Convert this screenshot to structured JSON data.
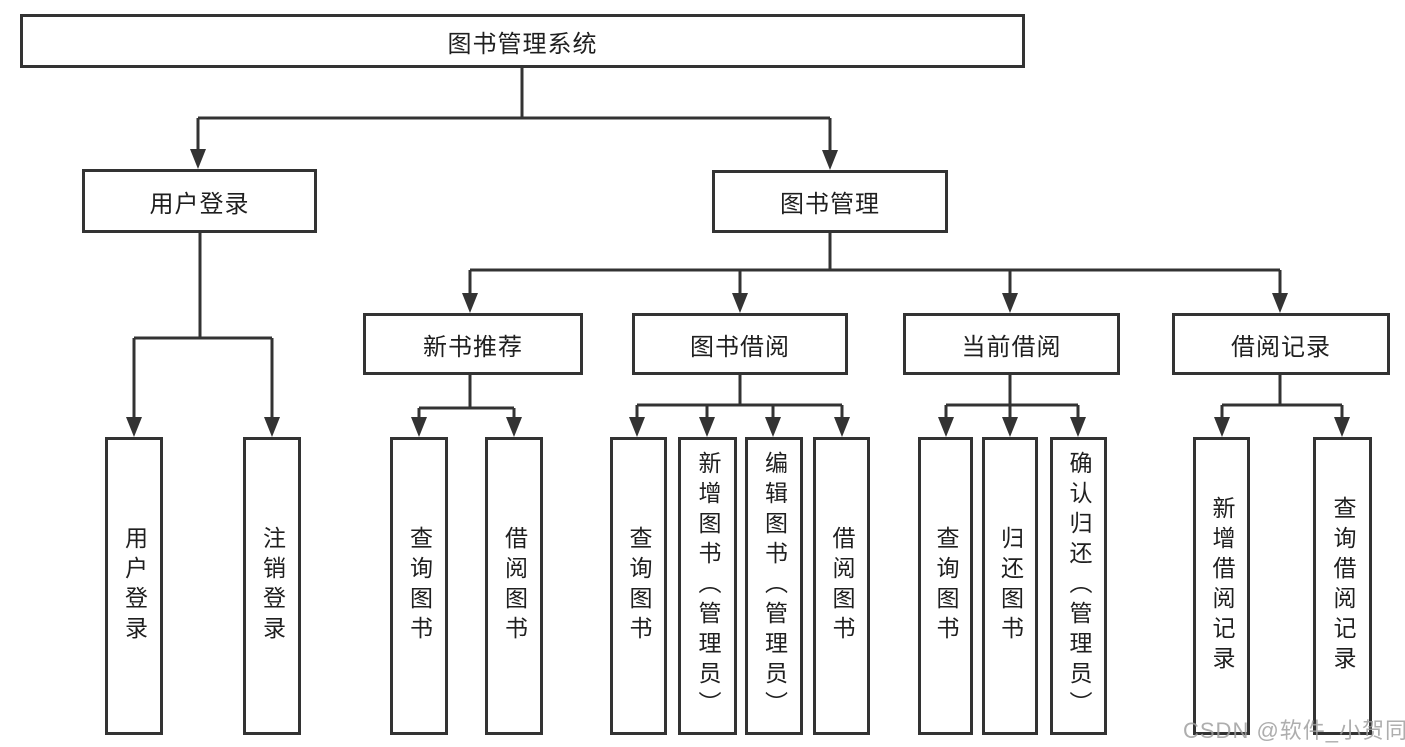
{
  "tree": {
    "root": {
      "label": "图书管理系统"
    },
    "branches": [
      {
        "label": "用户登录",
        "leaves": [
          "用户登录",
          "注销登录"
        ]
      },
      {
        "label": "图书管理"
      }
    ],
    "modules": [
      {
        "label": "新书推荐",
        "leaves": [
          "查询图书",
          "借阅图书"
        ]
      },
      {
        "label": "图书借阅",
        "leaves": [
          "查询图书",
          "新增图书（管理员）",
          "编辑图书（管理员）",
          "借阅图书"
        ]
      },
      {
        "label": "当前借阅",
        "leaves": [
          "查询图书",
          "归还图书",
          "确认归还（管理员）"
        ]
      },
      {
        "label": "借阅记录",
        "leaves": [
          "新增借阅记录",
          "查询借阅记录"
        ]
      }
    ]
  },
  "watermark": "CSDN @软件_小贺同学",
  "colors": {
    "line": "#333333",
    "text": "#1f1f1f",
    "watermark": "#a0a0a0",
    "background": "#ffffff"
  }
}
